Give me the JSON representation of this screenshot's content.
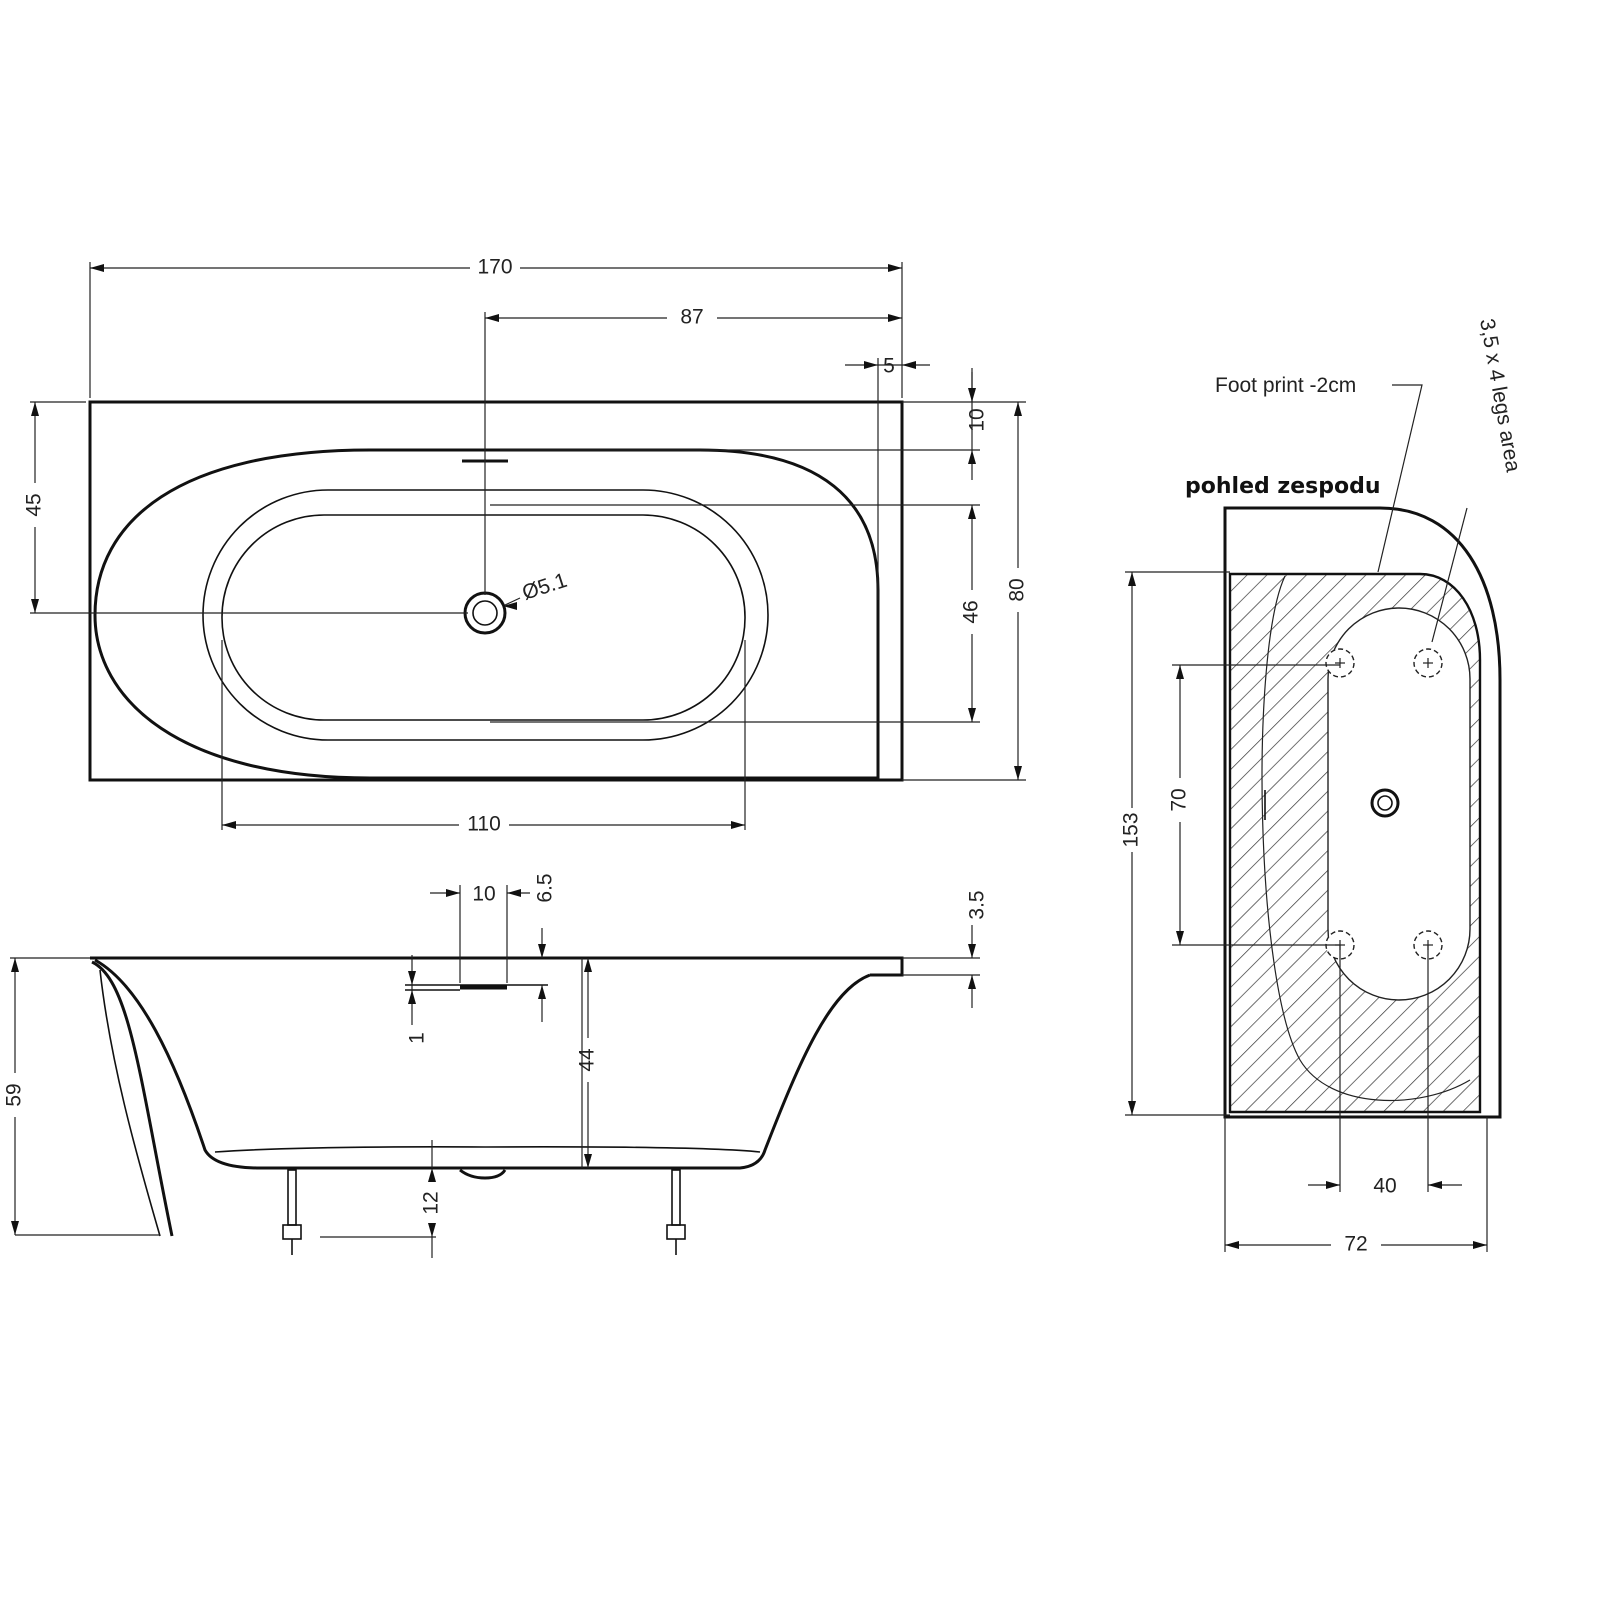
{
  "top_view": {
    "dims": {
      "overall_length": "170",
      "drain_offset": "87",
      "rim_offset": "5",
      "drain_from_back": "45",
      "back_ledge": "10",
      "inner_width": "46",
      "overall_width": "80",
      "inner_length": "110"
    },
    "drain_diameter": "Ø5.1"
  },
  "side_view": {
    "dims": {
      "overflow_width": "10",
      "overflow_depth": "6.5",
      "rim_thickness": "3.5",
      "overflow_height": "1",
      "overall_height": "59",
      "inner_depth": "44",
      "leg_height": "12"
    }
  },
  "bottom_view": {
    "title": "pohled zespodu",
    "footprint_note": "Foot print -2cm",
    "legs_note": "3,5 x 4 legs area",
    "dims": {
      "length": "153",
      "leg_spacing_long": "70",
      "leg_spacing_short": "40",
      "width": "72"
    }
  },
  "colors": {
    "line": "#111111",
    "background": "#ffffff"
  }
}
